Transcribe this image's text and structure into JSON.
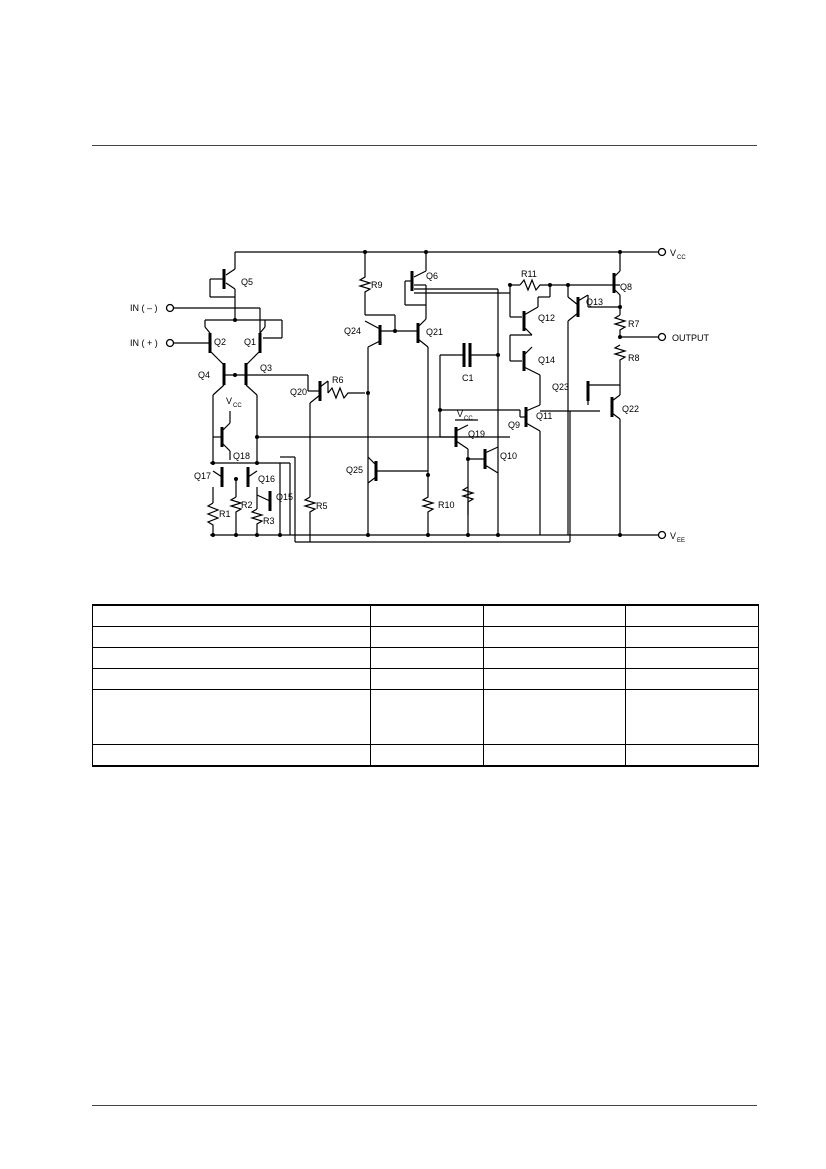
{
  "schematic": {
    "terminals": {
      "vcc": "V",
      "vcc_sub": "CC",
      "vee": "V",
      "vee_sub": "EE",
      "output": "OUTPUT",
      "in_minus": "IN ( – )",
      "in_plus": "IN ( + )"
    },
    "internal_vcc_left": "V",
    "internal_vcc_left_sub": "CC",
    "internal_vcc_right": "V",
    "internal_vcc_right_sub": "CC",
    "transistors": [
      "Q1",
      "Q2",
      "Q3",
      "Q4",
      "Q5",
      "Q6",
      "Q8",
      "Q9",
      "Q10",
      "Q11",
      "Q12",
      "Q13",
      "Q14",
      "Q15",
      "Q16",
      "Q17",
      "Q18",
      "Q19",
      "Q20",
      "Q21",
      "Q22",
      "Q23",
      "Q24",
      "Q25"
    ],
    "resistors": [
      "R1",
      "R2",
      "R3",
      "R5",
      "R6",
      "R7",
      "R8",
      "R9",
      "R10",
      "R11"
    ],
    "capacitors": [
      "C1"
    ]
  },
  "table": {
    "rows": [
      [
        "",
        "",
        "",
        ""
      ],
      [
        "",
        "",
        "",
        ""
      ],
      [
        "",
        "",
        "",
        ""
      ],
      [
        "",
        "",
        "",
        ""
      ],
      [
        "",
        "",
        "",
        ""
      ],
      [
        "",
        "",
        "",
        ""
      ],
      [
        "",
        "",
        "",
        ""
      ]
    ]
  }
}
